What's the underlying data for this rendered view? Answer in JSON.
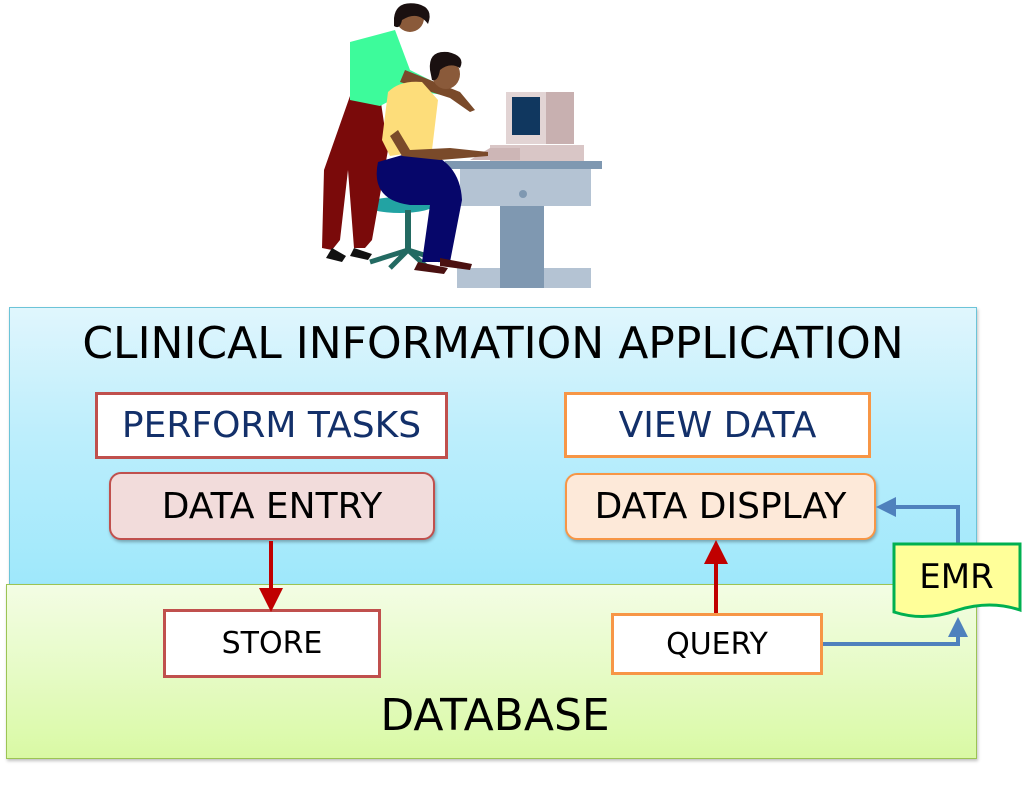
{
  "illustration": {
    "subject": "two people working at a computer desk",
    "icon": "people-at-computer-clipart"
  },
  "application": {
    "title": "CLINICAL INFORMATION APPLICATION",
    "left_column": {
      "header": "PERFORM TASKS",
      "action": "DATA ENTRY"
    },
    "right_column": {
      "header": "VIEW DATA",
      "action": "DATA DISPLAY"
    }
  },
  "database": {
    "title": "DATABASE",
    "store_label": "STORE",
    "query_label": "QUERY"
  },
  "emr": {
    "label": "EMR"
  },
  "connections": [
    {
      "from": "DATA ENTRY",
      "to": "STORE",
      "color": "#c00000"
    },
    {
      "from": "QUERY",
      "to": "DATA DISPLAY",
      "color": "#c00000"
    },
    {
      "from": "QUERY",
      "to": "EMR",
      "color": "#4f81bd"
    },
    {
      "from": "EMR",
      "to": "DATA DISPLAY",
      "color": "#4f81bd"
    }
  ],
  "colors": {
    "application_fill": "#bdeefc",
    "database_fill": "#e6fbc6",
    "red_border": "#c0504d",
    "orange_border": "#f79646",
    "navy_text": "#13306a",
    "emr_fill": "#ffff99",
    "emr_border": "#00b050"
  }
}
